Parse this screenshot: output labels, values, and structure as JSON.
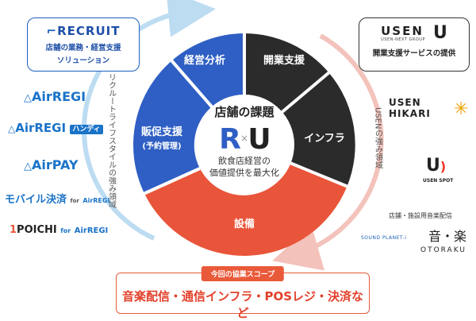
{
  "wheel": {
    "center_title": "店舗の課題",
    "center_logo_r": "R",
    "center_logo_x": "×",
    "center_logo_u": "U",
    "center_sub_1": "飲食店経営の",
    "center_sub_2": "価値提供を最大化",
    "seg_top_left": "経営分析",
    "seg_top_right": "開業支援",
    "seg_left_1": "販促支援",
    "seg_left_2": "(予約管理)",
    "seg_right": "インフラ",
    "seg_bottom": "設備"
  },
  "arcs": {
    "left_label": "リクルートライフスタイルの強み領域",
    "right_label": "USENの強み領域"
  },
  "recruit": {
    "logo": "RECRUIT",
    "line1": "店舗の業務・経営支援",
    "line2": "ソリューション"
  },
  "usen": {
    "logo": "USEN",
    "logo_u": "U",
    "group": "USEN-NEXT GROUP",
    "tagline": "開業支援サービスの提供"
  },
  "left_logos": {
    "airregi": "AirREGI",
    "airregi_handy": "AirREGI",
    "handy_badge": "ハンディ",
    "airpay": "AirPAY",
    "mobile": "モバイル決済",
    "mobile_for": "for",
    "mobile_airregi": "AirREGI",
    "poichi": "POICHI",
    "poichi_for": "for",
    "poichi_airregi": "AirREGI"
  },
  "right_logos": {
    "hikari_1": "USEN",
    "hikari_2": "HIKARI",
    "spot": "USEN SPOT",
    "music_label": "店舗・施設用音楽配信",
    "sound_planet": "SOUND PLANET-i",
    "otoraku": "音・楽",
    "otoraku_roman": "OTORAKU"
  },
  "scope": {
    "label": "今回の協業スコープ",
    "text": "音楽配信・通信インフラ・POSレジ・決済など"
  },
  "colors": {
    "blue": "#2f5fc4",
    "dark": "#2b2b2b",
    "red": "#e9553a",
    "arc_blue": "#bcdcf2",
    "arc_red": "#f3c3bb"
  }
}
